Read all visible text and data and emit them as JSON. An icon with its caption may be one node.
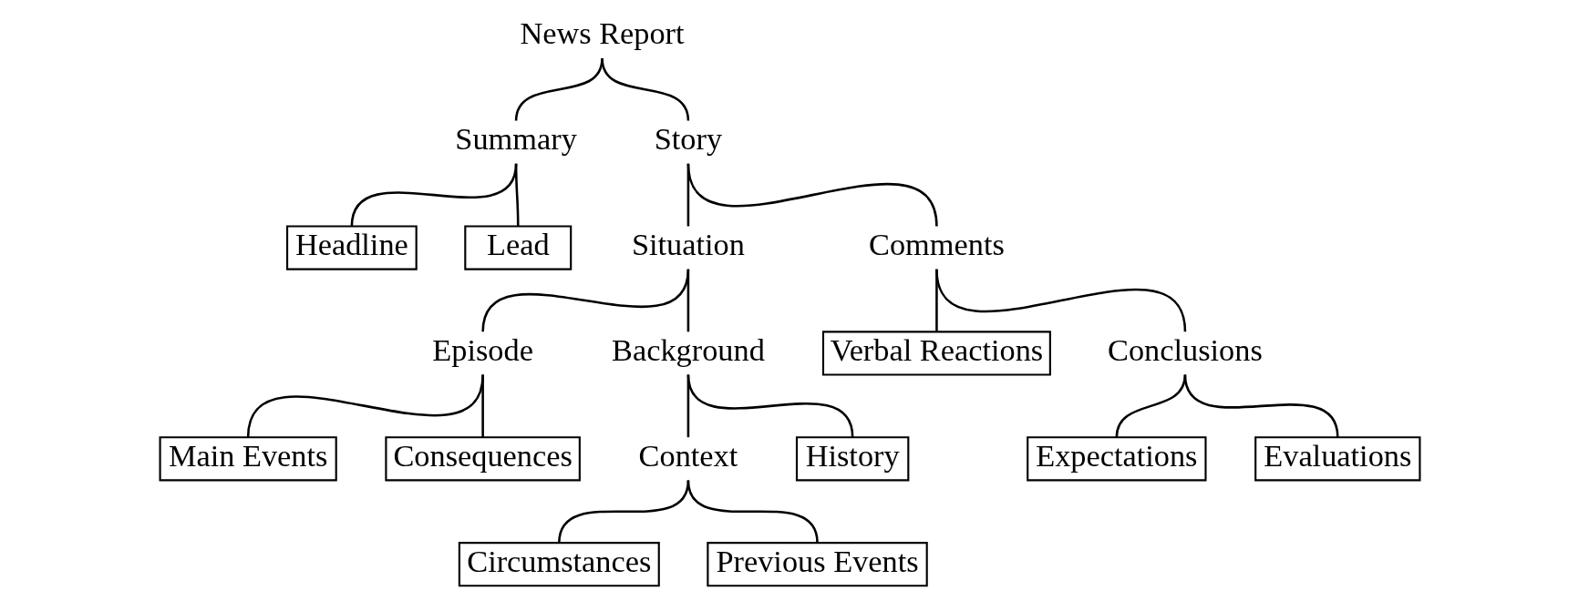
{
  "diagram": {
    "nodes": [
      {
        "text": [
          "News Report"
        ]
      },
      {
        "text": [
          "Summary"
        ]
      },
      {
        "text": [
          "Story"
        ]
      },
      {
        "text": [
          "Headline"
        ]
      },
      {
        "text": [
          "Lead"
        ]
      },
      {
        "text": [
          "Situation"
        ]
      },
      {
        "text": [
          "Comments"
        ]
      },
      {
        "text": [
          "Episode"
        ]
      },
      {
        "text": [
          "Background"
        ]
      },
      {
        "text": [
          "Verbal Reactions"
        ]
      },
      {
        "text": [
          "Conclusions"
        ]
      },
      {
        "text": [
          "Main Events"
        ]
      },
      {
        "text": [
          "Consequences"
        ]
      },
      {
        "text": [
          "Context"
        ]
      },
      {
        "text": [
          "History"
        ]
      },
      {
        "text": [
          "Expectations"
        ]
      },
      {
        "text": [
          "Evaluations"
        ]
      },
      {
        "text": [
          "Circumstances"
        ]
      },
      {
        "text": [
          "Previous Events"
        ]
      }
    ],
    "edges": [
      {
        "from": 0,
        "to": 1,
        "arrow": "none"
      },
      {
        "from": 0,
        "to": 2,
        "arrow": "none"
      },
      {
        "from": 1,
        "to": 3,
        "arrow": "none"
      },
      {
        "from": 1,
        "to": 4,
        "arrow": "none"
      },
      {
        "from": 2,
        "to": 5,
        "arrow": "none"
      },
      {
        "from": 2,
        "to": 6,
        "arrow": "none"
      },
      {
        "from": 5,
        "to": 7,
        "arrow": "none"
      },
      {
        "from": 5,
        "to": 8,
        "arrow": "none"
      },
      {
        "from": 6,
        "to": 9,
        "arrow": "none"
      },
      {
        "from": 6,
        "to": 10,
        "arrow": "none"
      },
      {
        "from": 7,
        "to": 11,
        "arrow": "none"
      },
      {
        "from": 7,
        "to": 12,
        "arrow": "none"
      },
      {
        "from": 8,
        "to": 13,
        "arrow": "none"
      },
      {
        "from": 8,
        "to": 14,
        "arrow": "none"
      },
      {
        "from": 10,
        "to": 15,
        "arrow": "none"
      },
      {
        "from": 10,
        "to": 16,
        "arrow": "none"
      },
      {
        "from": 13,
        "to": 17,
        "arrow": "none"
      },
      {
        "from": 13,
        "to": 18,
        "arrow": "none"
      }
    ]
  }
}
